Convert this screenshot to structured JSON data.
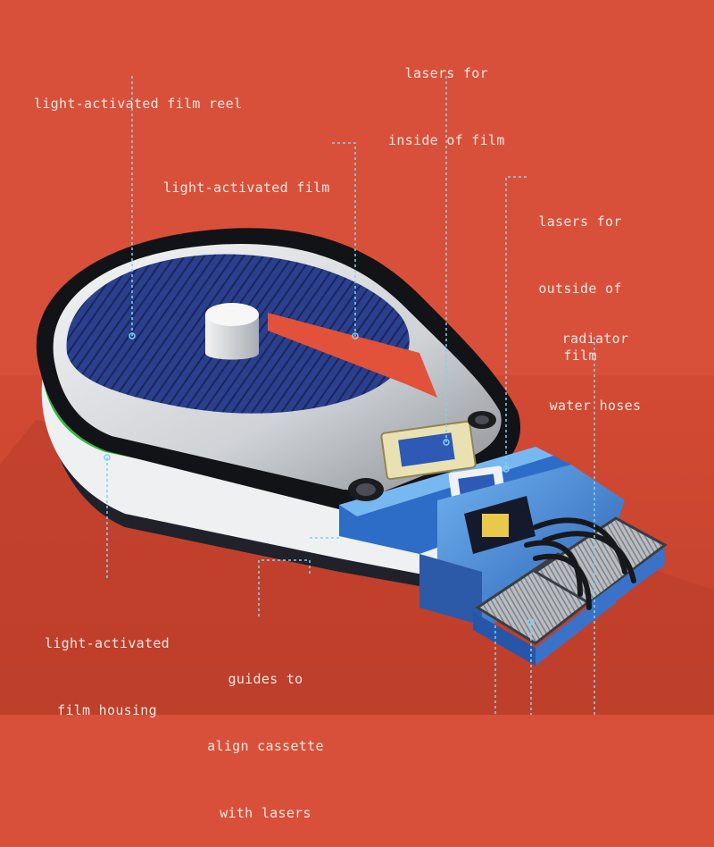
{
  "callouts": {
    "film_reel": [
      "light-activated film reel"
    ],
    "film": [
      "light-activated film"
    ],
    "lasers_inside": [
      "lasers for",
      "inside of film"
    ],
    "lasers_outside": [
      "lasers for",
      "outside of",
      "film"
    ],
    "radiator_hoses": [
      "radiator",
      "water hoses"
    ],
    "film_housing": [
      "light-activated",
      "film housing"
    ],
    "guides": [
      "guides to",
      "align cassette",
      "with lasers"
    ]
  },
  "colors": {
    "background": "#d9503a",
    "floor": "#c8452f",
    "leader_line": "#7fd3f0",
    "film": "#2b3f8f",
    "stripe_green": "#39b54a",
    "housing_white": "#eef0f2",
    "laser_block": "#3f86d8"
  },
  "icons": [
    "device-illustration"
  ]
}
